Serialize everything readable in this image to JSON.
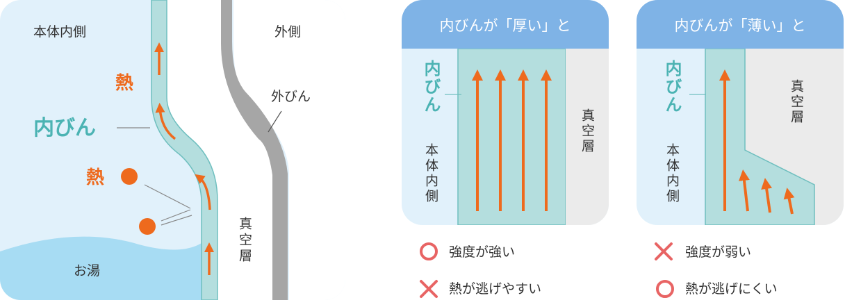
{
  "left_diagram": {
    "body_inside": "本体内側",
    "outside": "外側",
    "heat": "熱",
    "inner_bottle": "内びん",
    "outer_bottle": "外びん",
    "vacuum_layer": "真空層",
    "hot_water": "お湯"
  },
  "panel_thick": {
    "header": "内びんが「厚い」と",
    "inner_label": "内びん",
    "body_label": "本体内側",
    "vacuum_label": "真空層",
    "results": [
      {
        "mark": "○",
        "text": "強度が強い"
      },
      {
        "mark": "×",
        "text": "熱が逃げやすい"
      }
    ]
  },
  "panel_thin": {
    "header": "内びんが「薄い」と",
    "inner_label": "内びん",
    "body_label": "本体内側",
    "vacuum_label": "真空層",
    "results": [
      {
        "mark": "×",
        "text": "強度が弱い"
      },
      {
        "mark": "○",
        "text": "熱が逃げにくい"
      }
    ]
  },
  "colors": {
    "light_blue": "#e1f1fb",
    "water_blue": "#a7dcf3",
    "teal_fill": "#b4dede",
    "teal_stroke": "#6fbfbf",
    "teal_text": "#4bb3b3",
    "orange": "#ee6a1d",
    "header_blue": "#7fb3e6",
    "gray_vacuum": "#ebebeb",
    "outer_gray": "#a6a6a6",
    "red_mark": "#e86464"
  }
}
